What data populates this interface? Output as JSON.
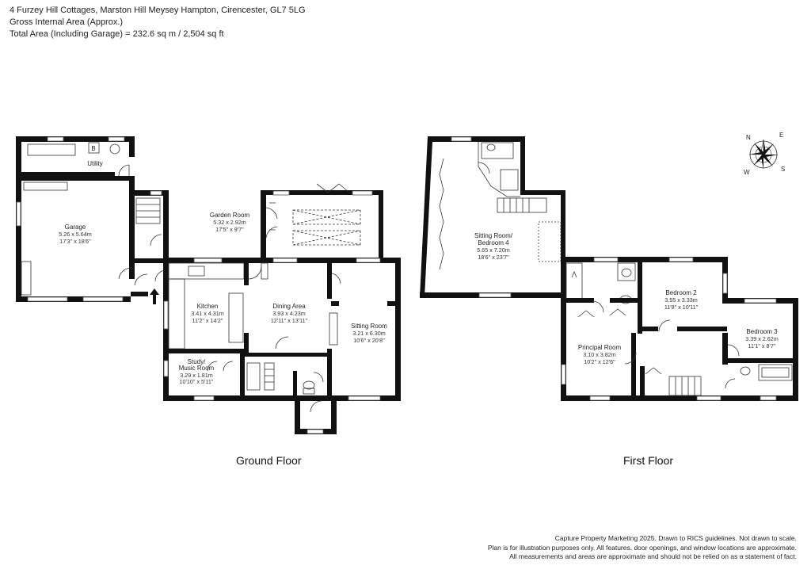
{
  "header": {
    "address": "4 Furzey Hill Cottages, Marston Hill Meysey Hampton, Cirencester, GL7 5LG",
    "gia": "Gross Internal Area (Approx.)",
    "total": "Total Area (Including Garage) = 232.6 sq m / 2,504 sq ft"
  },
  "floors": {
    "ground": "Ground Floor",
    "first": "First Floor"
  },
  "rooms": {
    "utility": {
      "name": "Utility"
    },
    "garage": {
      "name": "Garage",
      "metric": "5.26 x 5.64m",
      "imperial": "17'3\" x 18'6\""
    },
    "garden_room": {
      "name": "Garden Room",
      "metric": "5.32 x 2.92m",
      "imperial": "17'5\" x 9'7\""
    },
    "kitchen": {
      "name": "Kitchen",
      "metric": "3.41 x 4.31m",
      "imperial": "11'2\" x 14'2\""
    },
    "dining": {
      "name": "Dining Area",
      "metric": "3.93 x 4.23m",
      "imperial": "12'11\" x 13'11\""
    },
    "sitting": {
      "name": "Sitting Room",
      "metric": "3.21 x 6.30m",
      "imperial": "10'6\" x 20'8\""
    },
    "study": {
      "name1": "Study/",
      "name2": "Music Room",
      "metric": "3.29 x 1.81m",
      "imperial": "10'10\" x 5'11\""
    },
    "sitting_bed4": {
      "name1": "Sitting Room/",
      "name2": "Bedroom 4",
      "metric": "5.65 x 7.20m",
      "imperial": "18'6\" x 23'7\""
    },
    "bedroom2": {
      "name": "Bedroom 2",
      "metric": "3.55 x 3.33m",
      "imperial": "11'8\" x 10'11\""
    },
    "bedroom3": {
      "name": "Bedroom 3",
      "metric": "3.39 x 2.62m",
      "imperial": "11'1\" x 8'7\""
    },
    "principal": {
      "name": "Principal Room",
      "metric": "3.10 x 3.82m",
      "imperial": "10'2\" x 12'6\""
    }
  },
  "boiler_label": "B",
  "compass": {
    "n": "N",
    "e": "E",
    "s": "S",
    "w": "W"
  },
  "footer": {
    "line1": "Capture Property Marketing 2025. Drawn to RICS guidelines.  Not drawn to scale.",
    "line2": "Plan is for illustration purposes only. All features, door openings, and window locations are approximate.",
    "line3": "All measurements and areas are approximate and should not be relied on as a statement of fact."
  }
}
